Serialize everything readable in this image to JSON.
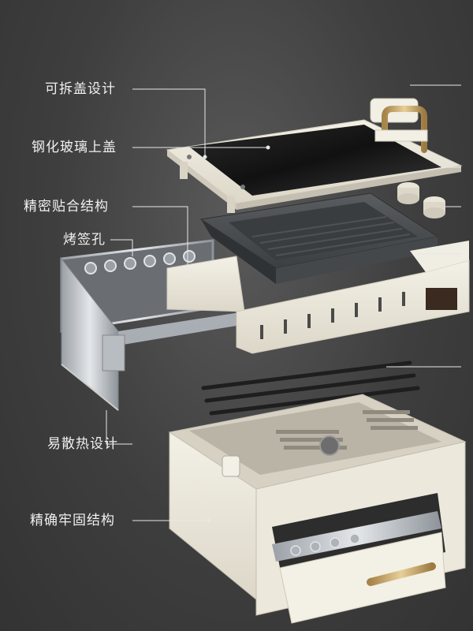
{
  "labels": {
    "removable_lid": "可拆盖设计",
    "tempered_glass_lid": "钢化玻璃上盖",
    "precise_fit": "精密贴合结构",
    "skewer_holes": "烤签孔",
    "heat_dissipation": "易散热设计",
    "sturdy_structure": "精确牢固结构"
  },
  "colors": {
    "body_cream": "#ebe7da",
    "pan_dark": "#4a4d50",
    "handle_gold": "#c9a86a",
    "steel": "#c8ccd0",
    "line": "#e8e8e8"
  }
}
